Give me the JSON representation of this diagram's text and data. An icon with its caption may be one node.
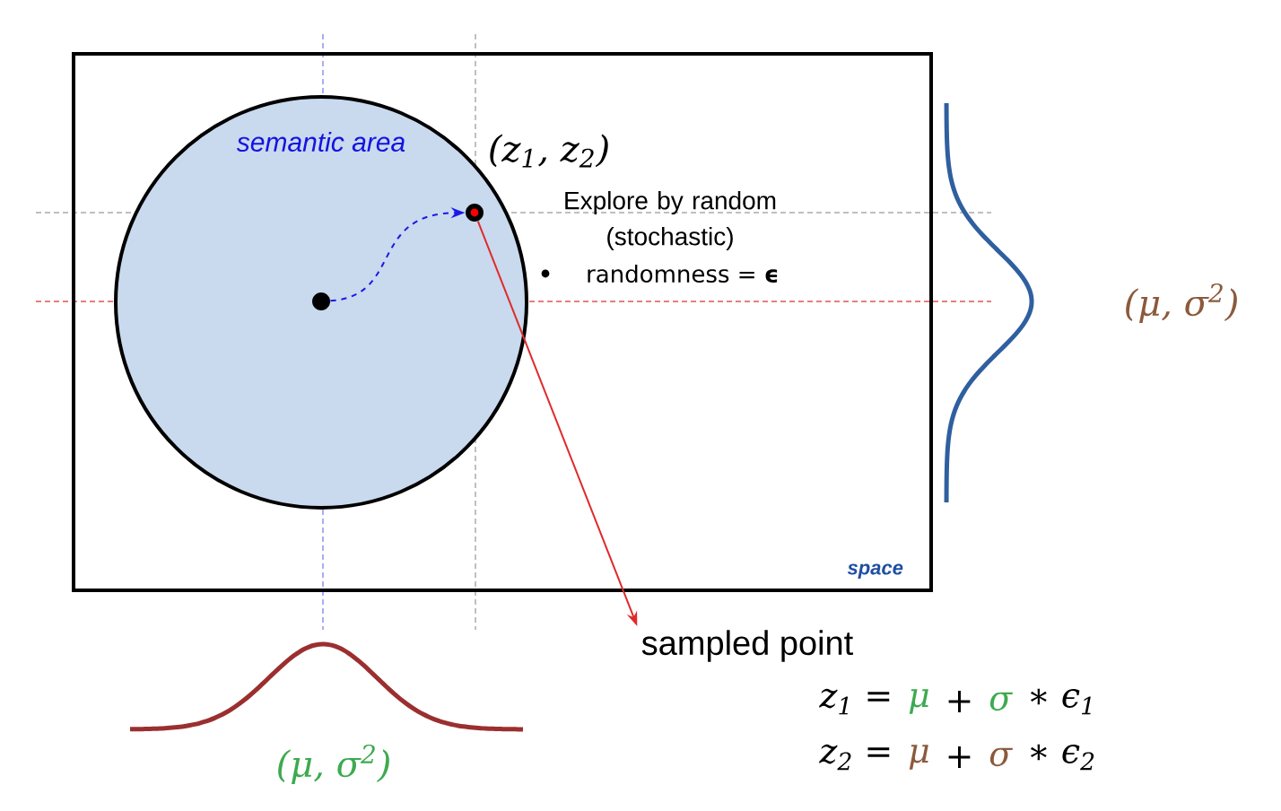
{
  "diagram": {
    "nodes": [
      {
        "text": [
          "space"
        ]
      },
      {
        "text": [
          "semantic area"
        ],
        "in": 0
      },
      {
        "text": [],
        "shape": "circle",
        "in": 1
      },
      {
        "text": [],
        "shape": "circle",
        "in": 1
      },
      {
        "text": [
          "sampled point"
        ]
      }
    ],
    "edges": [
      {
        "from": 2,
        "to": 3,
        "arrow": "to",
        "style": "dashed",
        "color": "#1a1ae6"
      },
      {
        "from": 3,
        "to": 4,
        "arrow": "to",
        "color": "#e02a2a"
      }
    ],
    "labels": [
      "(z$_{1}$, z$_{2}$)",
      "Explore by random (stochastic)",
      "randomness = **ϵ**",
      "(μ, σ$^{2}$)",
      "z$_{1}$ =",
      "μ",
      "+",
      "σ",
      "∗ ϵ$_{1}$",
      "z$_{2}$ =",
      "μ",
      "+",
      "σ",
      "∗ ϵ$_{2}$",
      "(μ, σ$^{2}$)"
    ]
  }
}
